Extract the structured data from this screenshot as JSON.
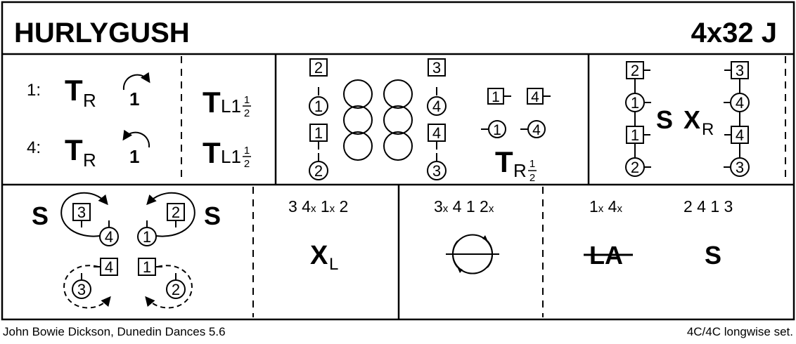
{
  "title": "HURLYGUSH",
  "form": "4x32 J",
  "footer": {
    "credit": "John Bowie Dickson, Dunedin Dances 5.6",
    "set": "4C/4C longwise set."
  },
  "bars_1_8": {
    "row1_couple": "1:",
    "row2_couple": "4:",
    "turn_right": "T",
    "turn_right_sub": "R",
    "turn_left": "T",
    "turn_left_sub": "L1",
    "frac_num": "1",
    "frac_den": "2",
    "cast_one": "1"
  },
  "bars_9_16": {
    "top_left": "2",
    "left_circle_1": "1",
    "left_square_1": "1",
    "left_circle_2": "2",
    "top_right": "3",
    "right_circle_4": "4",
    "right_square_4": "4",
    "right_circle_3": "3",
    "small_sq_1": "1",
    "small_sq_4": "4",
    "small_circle_1": "1",
    "small_circle_4": "4",
    "turn": "T",
    "turn_sub": "R",
    "frac_num": "1",
    "frac_den": "2"
  },
  "bars_17_24": {
    "l_sq2": "2",
    "l_c1": "1",
    "l_sq1": "1",
    "l_c2": "2",
    "r_sq3": "3",
    "r_c4": "4",
    "r_sq4": "4",
    "r_c3": "3",
    "setting": "S",
    "cross": "X",
    "cross_sub": "R"
  },
  "bars_25_32": {
    "setting_left": "S",
    "setting_right": "S",
    "sq3": "3",
    "c4": "4",
    "c1": "1",
    "sq2": "2",
    "sq4": "4",
    "sq1": "1",
    "c3": "3",
    "c2": "2"
  },
  "bottom_panel_1": {
    "order": "3 4",
    "x1": "x",
    "mid": " 1",
    "x2": "x",
    "end": " 2",
    "cross": "X",
    "cross_sub": "L"
  },
  "bottom_panel_2": {
    "order": "3",
    "x1": "x",
    "mid": " 4 1 2",
    "x2": "x"
  },
  "bottom_panel_3": {
    "order_a": "1",
    "x1": "x",
    "mid": " 4",
    "x2": "x",
    "order_b": "2 4 1 3",
    "struck": "LA",
    "setting": "S"
  }
}
